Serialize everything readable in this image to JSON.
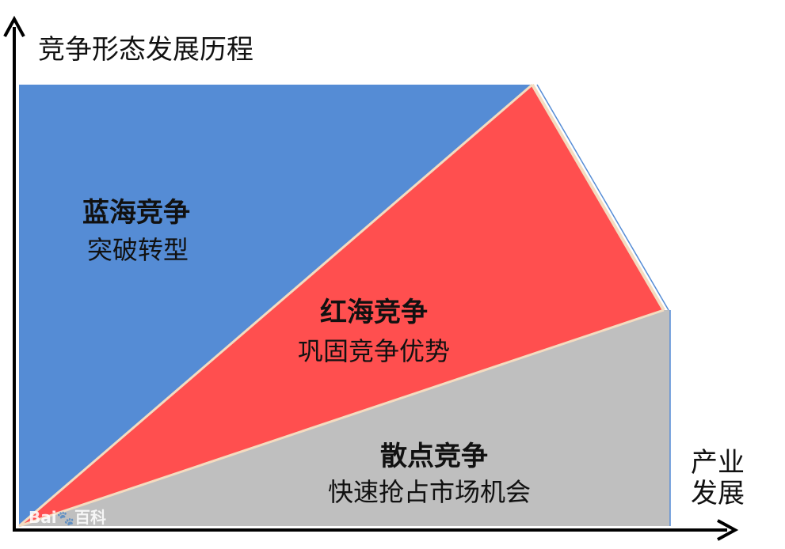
{
  "diagram": {
    "title": "竞争形态发展历程",
    "x_axis_label_line1": "产业",
    "x_axis_label_line2": "发展",
    "zones": {
      "blue": {
        "title": "蓝海竞争",
        "subtitle": "突破转型",
        "color": "#558cd5"
      },
      "red": {
        "title": "红海竞争",
        "subtitle": "巩固竞争优势",
        "color": "#ff4f4f"
      },
      "grey": {
        "title": "散点竞争",
        "subtitle": "快速抢占市场机会",
        "color": "#bfbfbf"
      }
    },
    "watermark": {
      "brand": "Bai",
      "paw": "🐾",
      "suffix": "百科"
    }
  }
}
